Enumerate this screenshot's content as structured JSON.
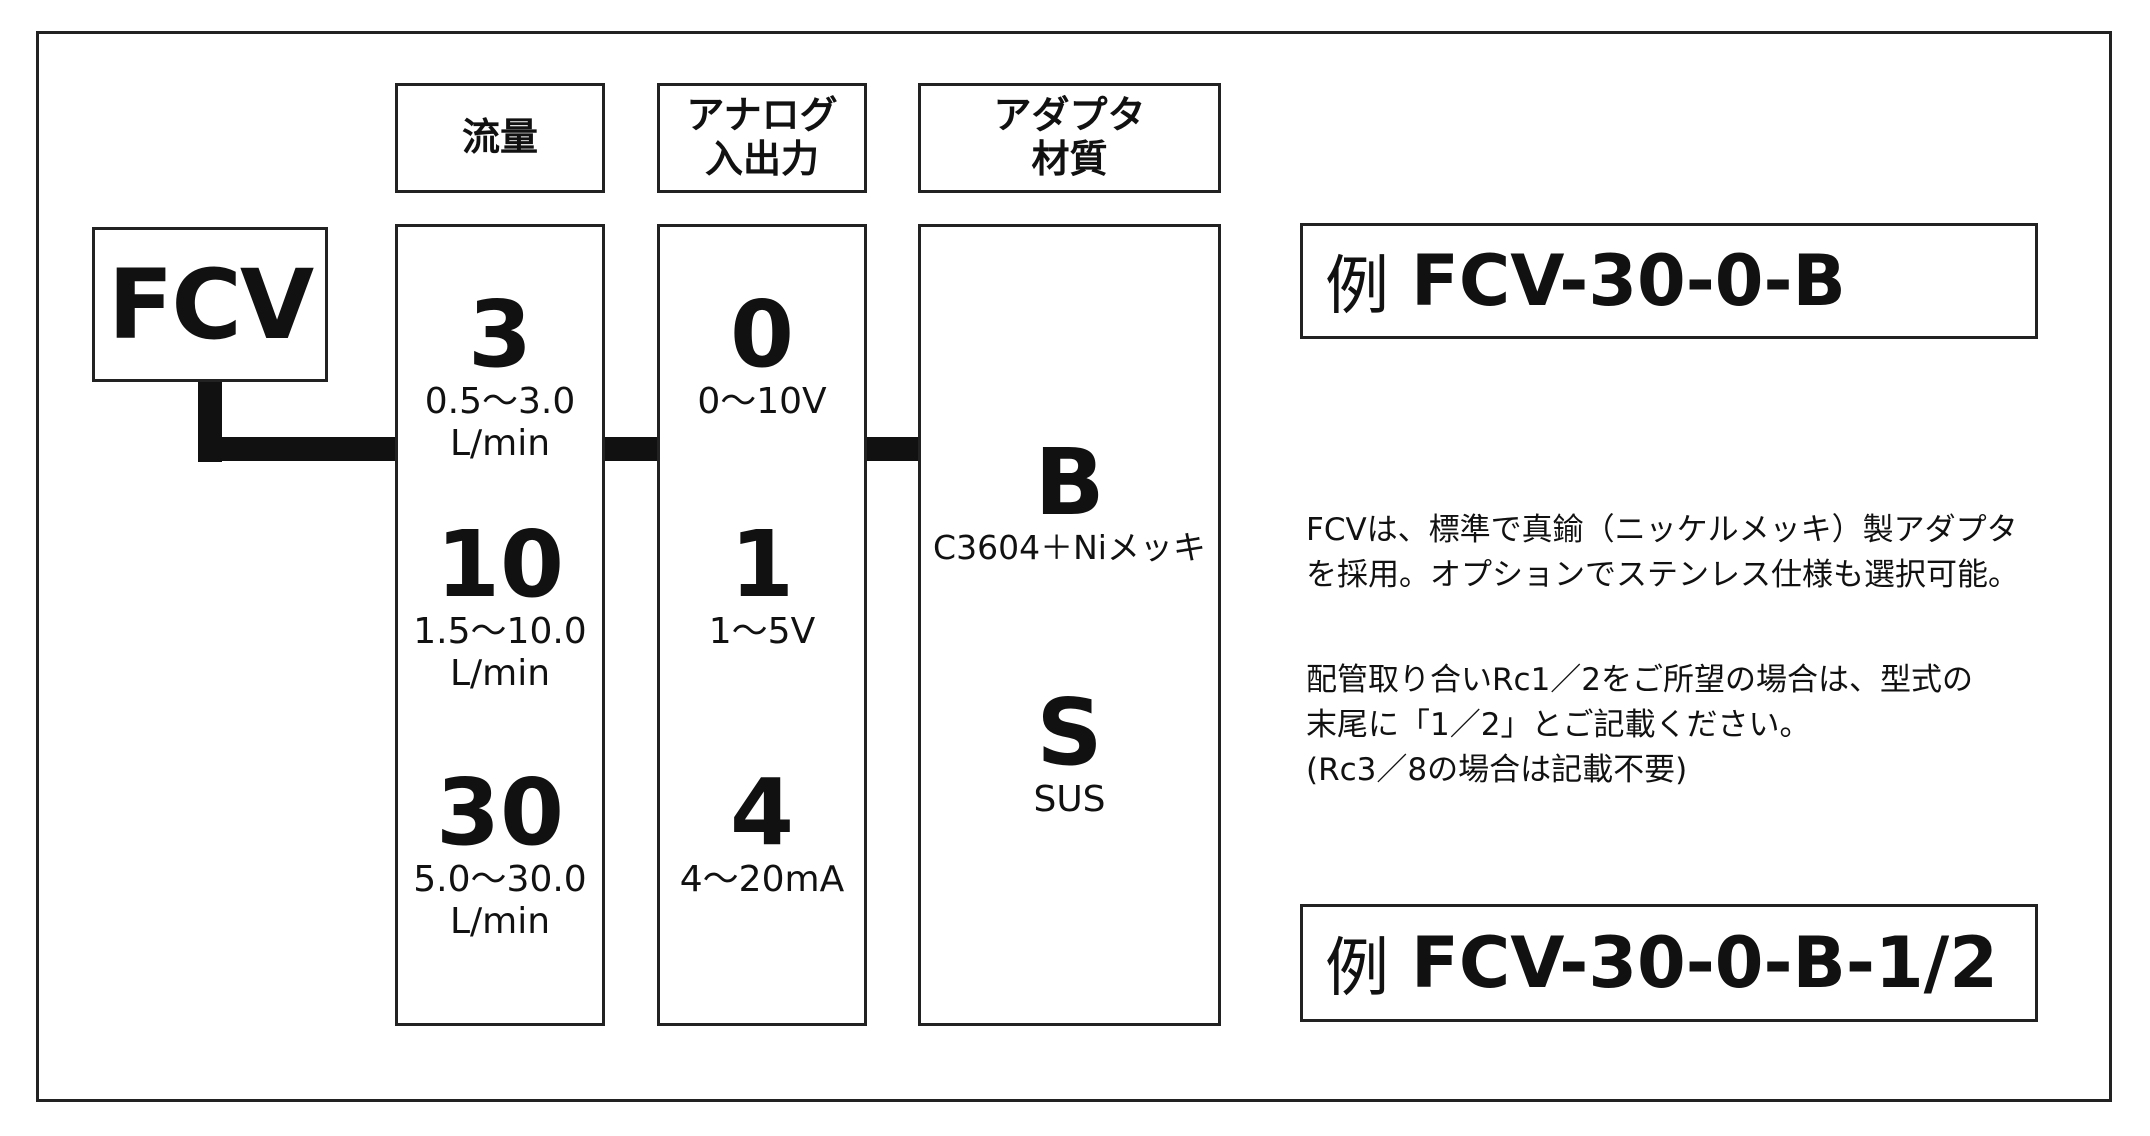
{
  "prefix": "FCV",
  "columns": [
    {
      "header_lines": [
        "流量"
      ],
      "options": [
        {
          "code": "3",
          "desc_lines": [
            "0.5〜3.0",
            "L/min"
          ]
        },
        {
          "code": "10",
          "desc_lines": [
            "1.5〜10.0",
            "L/min"
          ]
        },
        {
          "code": "30",
          "desc_lines": [
            "5.0〜30.0",
            "L/min"
          ]
        }
      ]
    },
    {
      "header_lines": [
        "アナログ",
        "入出力"
      ],
      "options": [
        {
          "code": "0",
          "desc_lines": [
            "0〜10V"
          ]
        },
        {
          "code": "1",
          "desc_lines": [
            "1〜5V"
          ]
        },
        {
          "code": "4",
          "desc_lines": [
            "4〜20mA"
          ]
        }
      ]
    },
    {
      "header_lines": [
        "アダプタ",
        "材質"
      ],
      "options": [
        {
          "code": "B",
          "desc_lines": [
            "C3604＋Niメッキ"
          ]
        },
        {
          "code": "S",
          "desc_lines": [
            "SUS"
          ]
        }
      ]
    }
  ],
  "examples": [
    {
      "label": "例",
      "code": "FCV-30-0-B"
    },
    {
      "label": "例",
      "code": "FCV-30-0-B-1/2"
    }
  ],
  "notes": [
    [
      "FCVは、標準で真鍮（ニッケルメッキ）製アダプタ",
      "を採用。オプションでステンレス仕様も選択可能。"
    ],
    [
      "配管取り合いRc1／2をご所望の場合は、型式の",
      "末尾に「1／2」とご記載ください。",
      "(Rc3／8の場合は記載不要)"
    ]
  ]
}
